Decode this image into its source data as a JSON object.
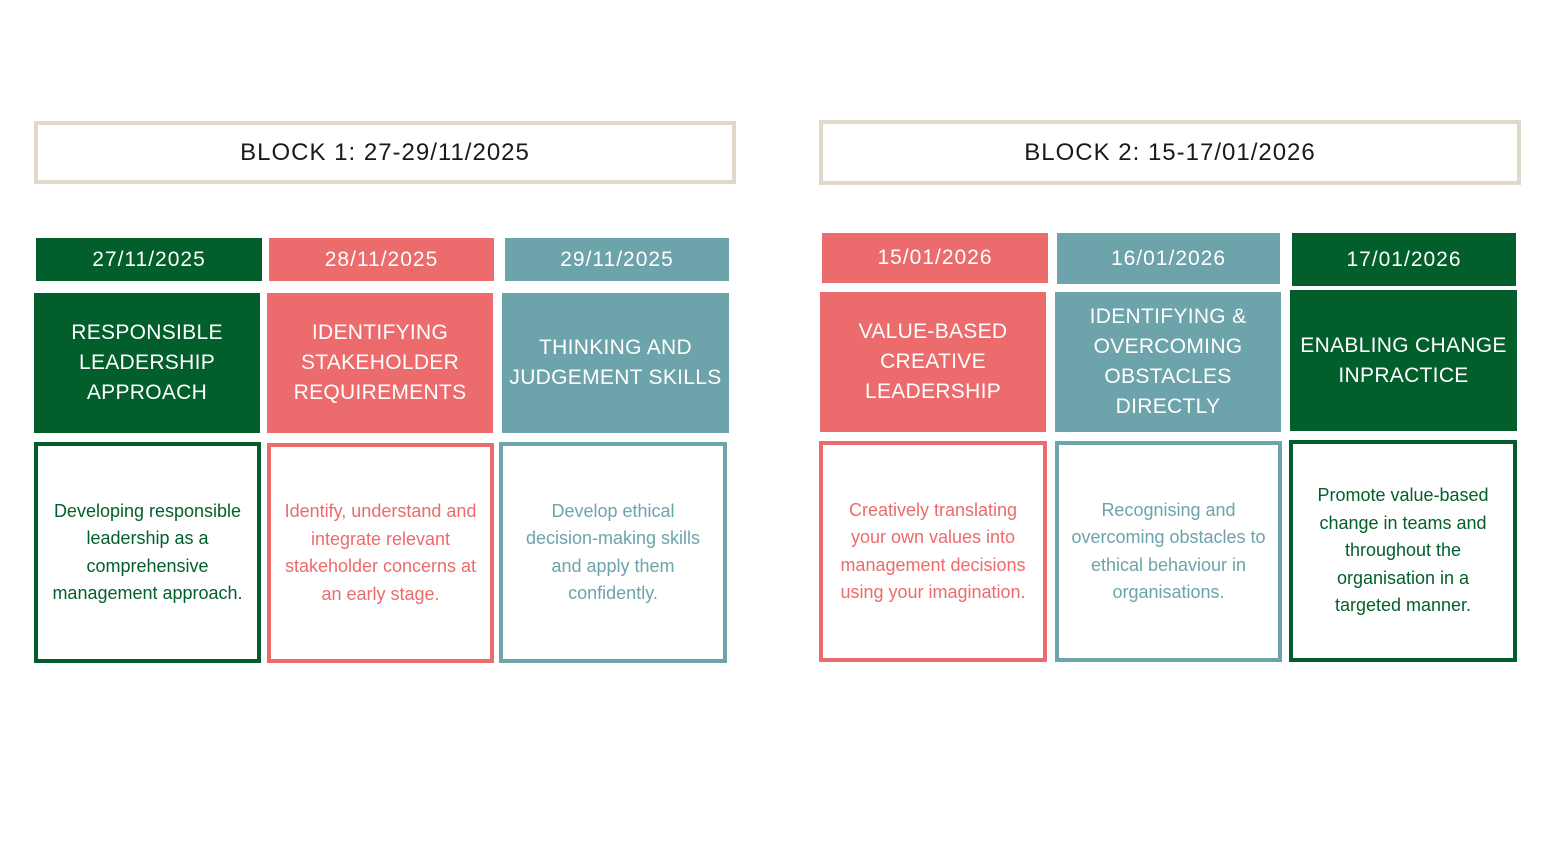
{
  "colors": {
    "green": "#025f2b",
    "coral": "#ec6b6c",
    "teal": "#6da3ab",
    "header_border": "#e0d8c8"
  },
  "blocks": [
    {
      "title": "BLOCK 1: 27-29/11/2025",
      "days": [
        {
          "date": "27/11/2025",
          "title": "RESPONSIBLE LEADERSHIP APPROACH",
          "description": "Developing responsible leadership as a comprehensive management approach."
        },
        {
          "date": "28/11/2025",
          "title": "IDENTIFYING STAKEHOLDER REQUIREMENTS",
          "description": "Identify, understand and integrate relevant stakeholder concerns at an early stage."
        },
        {
          "date": "29/11/2025",
          "title": "THINKING AND JUDGEMENT SKILLS",
          "description": "Develop ethical decision-making skills and apply them confidently."
        }
      ]
    },
    {
      "title": "BLOCK 2: 15-17/01/2026",
      "days": [
        {
          "date": "15/01/2026",
          "title": "VALUE-BASED CREATIVE LEADERSHIP",
          "description": "Creatively translating your own values into management decisions using your imagination."
        },
        {
          "date": "16/01/2026",
          "title": "IDENTIFYING & OVERCOMING OBSTACLES DIRECTLY",
          "description": "Recognising and overcoming obstacles to ethical behaviour in organisations."
        },
        {
          "date": "17/01/2026",
          "title": "ENABLING CHANGE INPRACTICE",
          "description": "Promote value-based change in teams and throughout the organisation in a targeted manner."
        }
      ]
    }
  ]
}
